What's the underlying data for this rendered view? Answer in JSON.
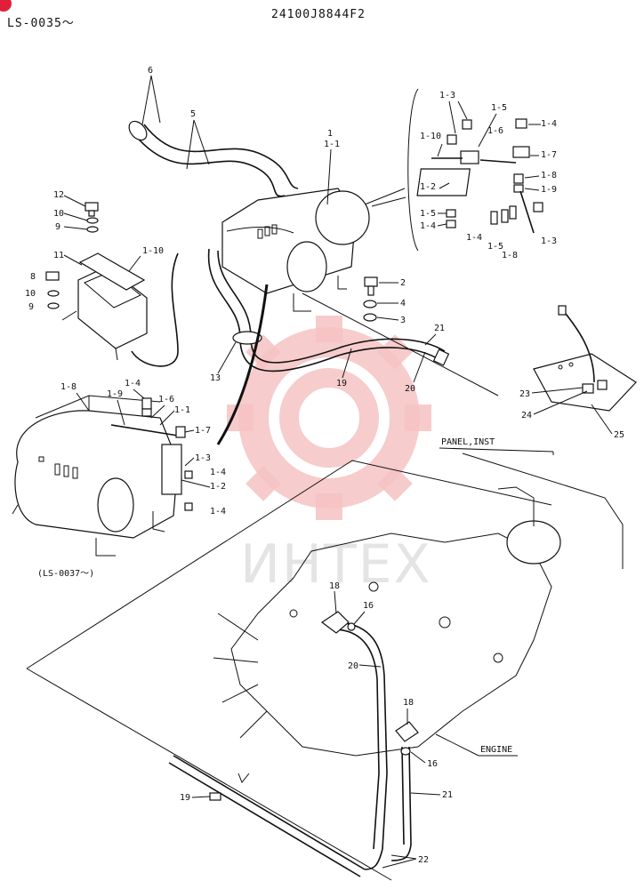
{
  "header": {
    "serial_range": "LS-0035～",
    "drawing_number": "24100J8844F2"
  },
  "watermark": {
    "text": "ИНТЕХ",
    "logo": "gear-logo",
    "logo_color": "#f6c3c3"
  },
  "section_labels": {
    "panel": "PANEL,INST",
    "engine": "ENGINE",
    "variant_range": "(LS-0037～)"
  },
  "callouts": {
    "c1": "1",
    "c1_1": "1-1",
    "c2": "2",
    "c3": "3",
    "c4": "4",
    "c5": "5",
    "c6": "6",
    "c8": "8",
    "c9": "9",
    "c10": "10",
    "c11": "11",
    "c12": "12",
    "c13": "13",
    "c16": "16",
    "c18": "18",
    "c19": "19",
    "c20": "20",
    "c21": "21",
    "c22": "22",
    "c23": "23",
    "c24": "24",
    "c25": "25",
    "d1_2": "1-2",
    "d1_3": "1-3",
    "d1_4": "1-4",
    "d1_5": "1-5",
    "d1_6": "1-6",
    "d1_7": "1-7",
    "d1_8": "1-8",
    "d1_9": "1-9",
    "d1_10": "1-10"
  }
}
